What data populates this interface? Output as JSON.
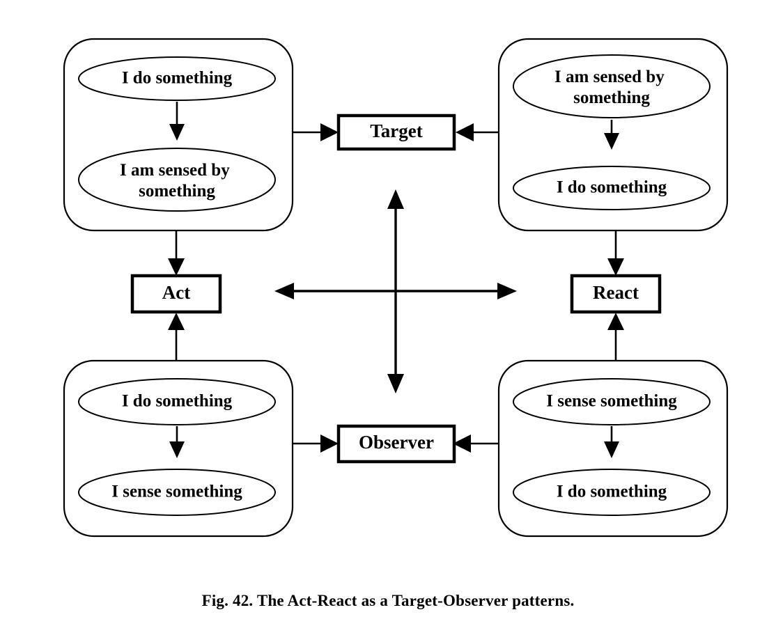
{
  "figure": {
    "caption": "Fig. 42. The Act-React as a Target-Observer patterns.",
    "background_color": "#ffffff",
    "stroke_color": "#000000"
  },
  "panels": {
    "top_left": {
      "name": "top-left-participant",
      "nodes": [
        {
          "id": "tl-node-1",
          "label_line1": "I do something",
          "label_line2": ""
        },
        {
          "id": "tl-node-2",
          "label_line1": "I am sensed by",
          "label_line2": "something"
        }
      ]
    },
    "top_right": {
      "name": "top-right-participant",
      "nodes": [
        {
          "id": "tr-node-1",
          "label_line1": "I am sensed by",
          "label_line2": "something"
        },
        {
          "id": "tr-node-2",
          "label_line1": "I do something",
          "label_line2": ""
        }
      ]
    },
    "bottom_left": {
      "name": "bottom-left-participant",
      "nodes": [
        {
          "id": "bl-node-1",
          "label_line1": "I do something",
          "label_line2": ""
        },
        {
          "id": "bl-node-2",
          "label_line1": "I sense something",
          "label_line2": ""
        }
      ]
    },
    "bottom_right": {
      "name": "bottom-right-participant",
      "nodes": [
        {
          "id": "br-node-1",
          "label_line1": "I sense something",
          "label_line2": ""
        },
        {
          "id": "br-node-2",
          "label_line1": "I do something",
          "label_line2": ""
        }
      ]
    }
  },
  "roles": {
    "target": "Target",
    "act": "Act",
    "react": "React",
    "observer": "Observer"
  }
}
